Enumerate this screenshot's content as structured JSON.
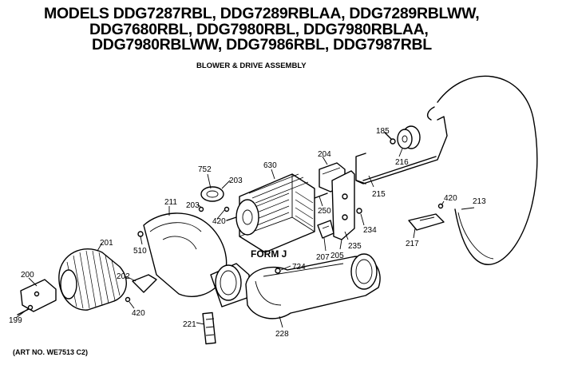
{
  "header": {
    "title_lines": [
      "MODELS DDG7287RBL, DDG7289RBLAA, DDG7289RBLWW,",
      "DDG7680RBL, DDG7980RBL, DDG7980RBLAA,",
      "DDG7980RBLWW, DDG7986RBL, DDG7987RBL"
    ],
    "subtitle": "BLOWER & DRIVE ASSEMBLY"
  },
  "footer": {
    "art_no": "(ART NO. WE7513 C2)"
  },
  "form_label": "FORM J",
  "parts": {
    "p199": "199",
    "p200": "200",
    "p201": "201",
    "p202": "202",
    "p420_a": "420",
    "p221": "221",
    "p211": "211",
    "p510": "510",
    "p752": "752",
    "p203_a": "203",
    "p203_b": "203",
    "p420_b": "420",
    "p630": "630",
    "p204": "204",
    "p250": "250",
    "p207": "207",
    "p205": "205",
    "p234": "234",
    "p235": "235",
    "p724": "724",
    "p228": "228",
    "p215": "215",
    "p216": "216",
    "p185": "185",
    "p420_c": "420",
    "p217": "217",
    "p213": "213"
  }
}
